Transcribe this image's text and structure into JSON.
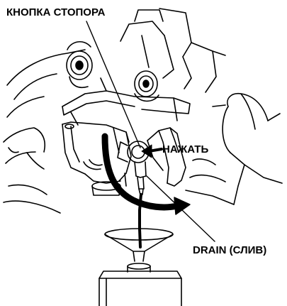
{
  "labels": {
    "stop_button": "КНОПКА СТОПОРА",
    "press": "НАЖАТЬ",
    "drain": "DRAIN (СЛИВ)"
  },
  "colors": {
    "ink": "#000000",
    "paper": "#ffffff"
  }
}
